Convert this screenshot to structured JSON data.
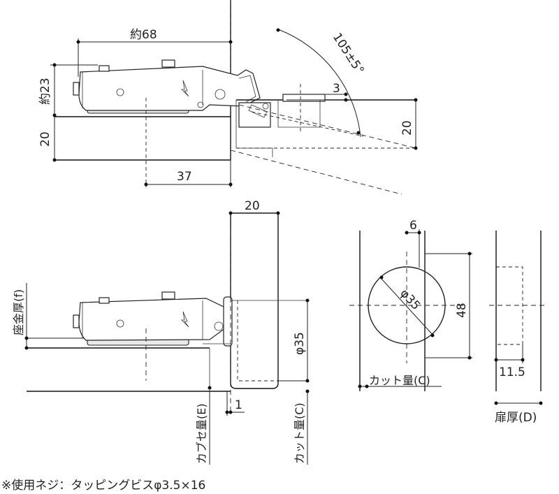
{
  "labels": {
    "approx_68": "約68",
    "approx_23": "約23",
    "angle": "105±5°",
    "dim_3": "3",
    "dim_20_door_top": "20",
    "dim_20_cabinet": "20",
    "dim_37": "37",
    "dim_20_door_bottom": "20",
    "seat_thickness": "座金厚(f)",
    "phi35_side": "φ35",
    "dim_1": "1",
    "overlay": "カブセ量(E)",
    "cut_amount_vertical": "カット量(C)",
    "dim_6": "6",
    "phi35_circle": "φ35",
    "dim_48": "48",
    "cut_amount_horizontal": "カット量(C)",
    "dim_11_5": "11.5",
    "door_thickness": "扉厚(D)"
  },
  "note": "※使用ネジ：タッピングビスφ3.5×16"
}
